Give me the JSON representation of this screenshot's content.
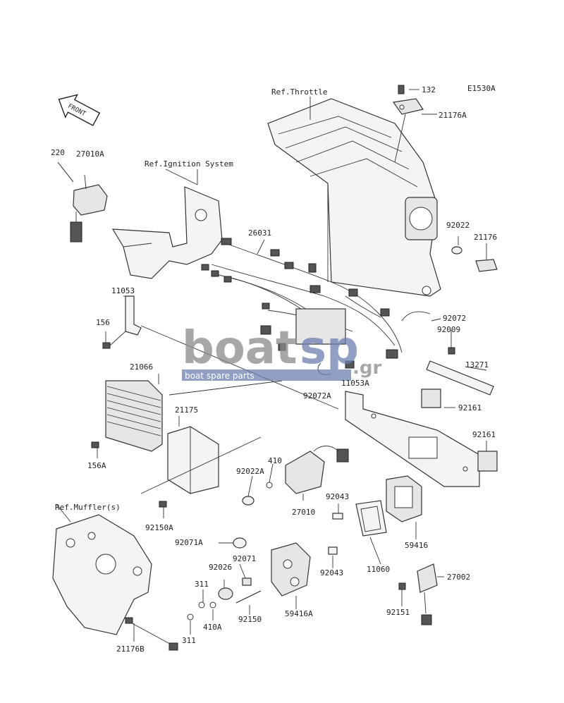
{
  "diagram_code": "E1530A",
  "front_label": "FRONT",
  "refs": {
    "throttle": "Ref.Throttle",
    "ignition": "Ref.Ignition System",
    "muffler": "Ref.Muffler(s)"
  },
  "watermark": {
    "brand_main": "boat",
    "brand_sp": "sp",
    "brand_tld": ".gr",
    "tagline": "boat spare parts"
  },
  "parts": {
    "p132": "132",
    "p21176A": "21176A",
    "p220": "220",
    "p27010A": "27010A",
    "p26031": "26031",
    "p92022": "92022",
    "p21176": "21176",
    "p11053": "11053",
    "p156": "156",
    "p92072": "92072",
    "p92009": "92009",
    "p21066": "21066",
    "p11053A": "11053A",
    "p13271": "13271",
    "p92072A": "92072A",
    "p21175": "21175",
    "p92161a": "92161",
    "p92161b": "92161",
    "p156A": "156A",
    "p410": "410",
    "p92022A": "92022A",
    "p27010": "27010",
    "p92043a": "92043",
    "p92150A": "92150A",
    "p59416": "59416",
    "p92071A": "92071A",
    "p92071": "92071",
    "p92026": "92026",
    "p311a": "311",
    "p92043b": "92043",
    "p11060": "11060",
    "p27002": "27002",
    "p410A": "410A",
    "p92150": "92150",
    "p59416A": "59416A",
    "p92151": "92151",
    "p311b": "311",
    "p21176B": "21176B"
  },
  "colors": {
    "line": "#333333",
    "watermark_gray": "#8a8a8a",
    "watermark_blue": "#6c7fb0"
  }
}
